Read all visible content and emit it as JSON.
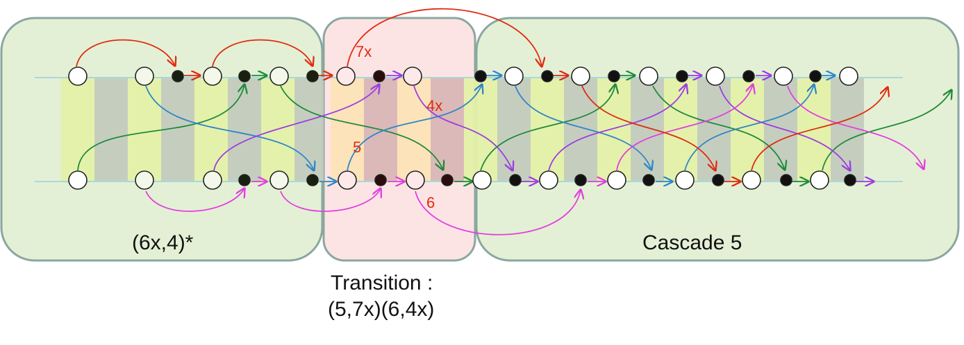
{
  "diagram": {
    "panels": {
      "left": {
        "label": "(6x,4)*"
      },
      "transition": {
        "label_line1": "Transition :",
        "label_line2": "(5,7x)(6,4x)"
      },
      "right": {
        "label": "Cascade 5"
      }
    },
    "annotations": [
      "7x",
      "4x",
      "5",
      "6"
    ],
    "colors": {
      "panel_green_fill": "#e4f0d5",
      "panel_pink_fill": "#fde4e4",
      "panel_border": "#8aa7a0",
      "stripe_yellow": "#e4f0a8",
      "stripe_gray": "#c3cbbd",
      "stripe_orange": "#fde3b6",
      "stripe_rose": "#d9b6b6",
      "track_line": "#a8d8de",
      "red": "#e02a10",
      "green": "#1f8a3a",
      "blue": "#2e86c8",
      "purple": "#9b3ee0",
      "magenta": "#e23ee0",
      "node_dark": "#1a2010",
      "node_black": "#111111"
    },
    "icons": [
      "open-node-icon",
      "filled-node-icon",
      "arrow-icon"
    ]
  }
}
